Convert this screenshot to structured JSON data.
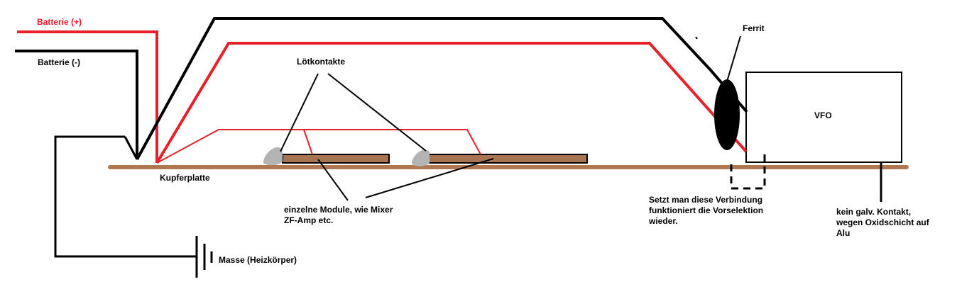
{
  "labels": {
    "battery_plus": "Batterie (+)",
    "battery_minus": "Batterie (-)",
    "solder_contacts": "Lötkontakte",
    "ferrite": "Ferrit",
    "vfo": "VFO",
    "copper_plate": "Kupferplatte",
    "modules_line1": "einzelne Module, wie Mixer",
    "modules_line2": "ZF-Amp etc.",
    "connection_line1": "Setzt man diese Verbindung",
    "connection_line2": "funktioniert die Vorselektion",
    "connection_line3": "wieder.",
    "no_contact_line1": "kein galv. Kontakt,",
    "no_contact_line2": "wegen Oxidschicht auf",
    "no_contact_line3": "Alu",
    "ground": "Masse (Heizkörper)"
  },
  "colors": {
    "positive_wire": "#e8202a",
    "negative_wire": "#000000",
    "copper": "#b07850",
    "module_fill": "#a87552",
    "solder": "#b4b4b4"
  }
}
